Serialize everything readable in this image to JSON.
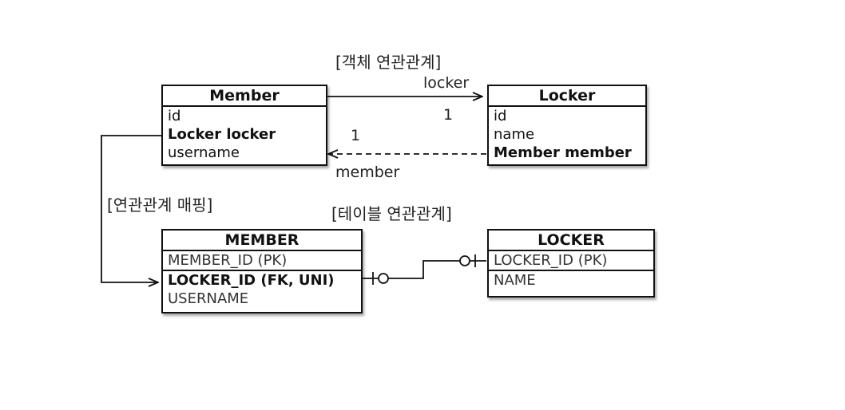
{
  "object_relation_title": "[객체 연관관계]",
  "mapping_title": "[연관관계 매핑]",
  "table_relation_title": "[테이블 연관관계]",
  "member_entity": {
    "name": "Member",
    "fields": [
      "id",
      "Locker locker",
      "username"
    ]
  },
  "locker_entity": {
    "name": "Locker",
    "fields": [
      "id",
      "name",
      "Member member"
    ]
  },
  "assoc_locker_label": "locker",
  "assoc_locker_mult": "1",
  "assoc_member_label": "member",
  "assoc_member_mult": "1",
  "member_table": {
    "name": "MEMBER",
    "columns": [
      "MEMBER_ID (PK)",
      "LOCKER_ID (FK, UNI)",
      "USERNAME"
    ]
  },
  "locker_table": {
    "name": "LOCKER",
    "columns": [
      "LOCKER_ID (PK)",
      "NAME"
    ]
  }
}
